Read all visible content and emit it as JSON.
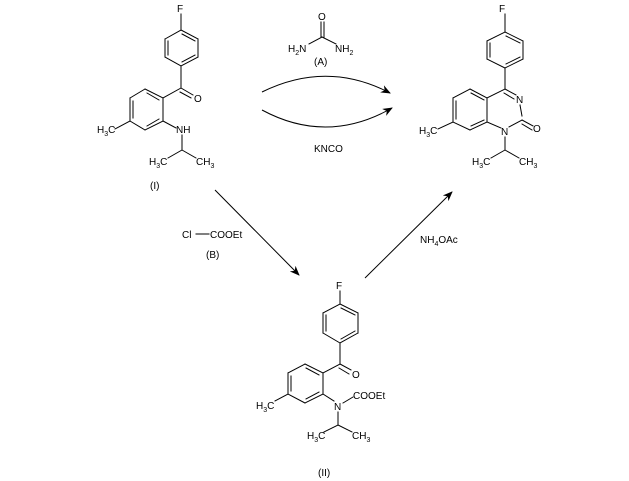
{
  "diagram": {
    "type": "reaction-scheme",
    "colors": {
      "ink": "#000000",
      "background": "#ffffff"
    },
    "compounds": {
      "start": {
        "label": "(I)",
        "atoms": {
          "fluorine": "F",
          "oxygen": "O",
          "amine": "NH",
          "methyl_ring": [
            "H",
            "3",
            "C"
          ],
          "ipr_left": [
            "H",
            "3",
            "C"
          ],
          "ipr_right": [
            "CH",
            "3"
          ]
        }
      },
      "product": {
        "atoms": {
          "fluorine": "F",
          "n3": "N",
          "n1": "N",
          "oxygen": "O",
          "methyl_ring": [
            "H",
            "3",
            "C"
          ],
          "ipr_left": [
            "H",
            "3",
            "C"
          ],
          "ipr_right": [
            "CH",
            "3"
          ]
        }
      },
      "intermediate": {
        "label": "(II)",
        "atoms": {
          "fluorine": "F",
          "oxygen": "O",
          "nitrogen": "N",
          "ester": "COOEt",
          "methyl_ring": [
            "H",
            "3",
            "C"
          ],
          "ipr_left": [
            "H",
            "3",
            "C"
          ],
          "ipr_right": [
            "CH",
            "3"
          ]
        }
      }
    },
    "reagents": {
      "urea": {
        "label": "(A)",
        "oxygen": "O",
        "left_amine": [
          "H",
          "2",
          "N"
        ],
        "right_amine": [
          "NH",
          "2"
        ]
      },
      "kcno": {
        "text": "KNCO"
      },
      "chloroformate": {
        "label": "(B)",
        "cl": "Cl",
        "group": "COOEt"
      },
      "ammonium_acetate": {
        "parts": [
          "NH",
          "4",
          "OAc"
        ]
      }
    },
    "arrows": [
      {
        "from": "start",
        "to": "product",
        "reagent": "urea",
        "style": "curved-upper"
      },
      {
        "from": "start",
        "to": "product",
        "reagent": "kcno",
        "style": "curved-lower"
      },
      {
        "from": "start",
        "to": "intermediate",
        "reagent": "chloroformate",
        "style": "straight"
      },
      {
        "from": "intermediate",
        "to": "product",
        "reagent": "ammonium_acetate",
        "style": "straight"
      }
    ]
  }
}
